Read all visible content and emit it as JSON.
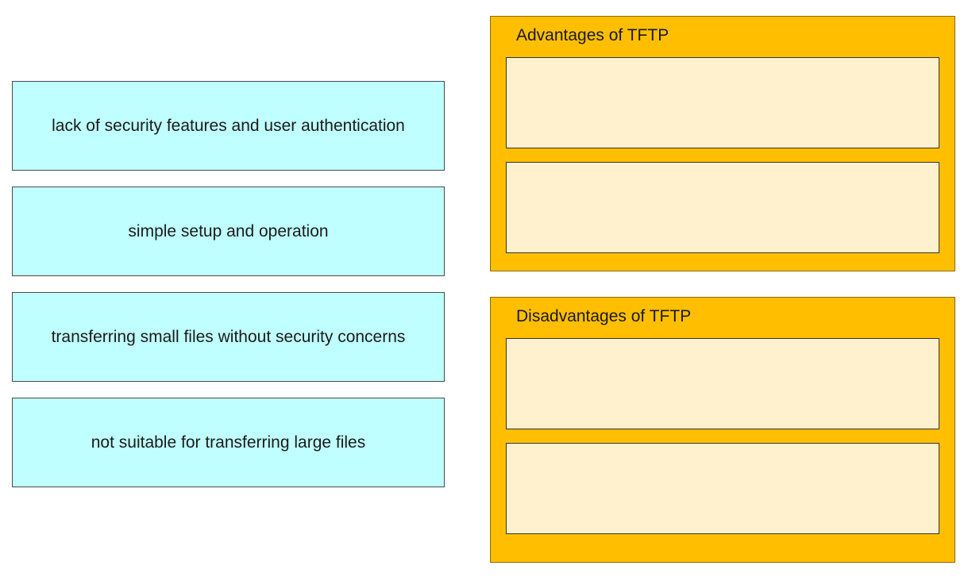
{
  "options": [
    {
      "label": "lack of security features and user authentication"
    },
    {
      "label": "simple setup and operation"
    },
    {
      "label": "transferring small files without security concerns"
    },
    {
      "label": "not suitable for transferring large files"
    }
  ],
  "targets": {
    "advantages": {
      "title": "Advantages of TFTP"
    },
    "disadvantages": {
      "title": "Disadvantages of TFTP"
    }
  },
  "colors": {
    "option_fill": "#c0ffff",
    "group_fill": "#ffbf00",
    "slot_fill": "#fff0ce"
  }
}
